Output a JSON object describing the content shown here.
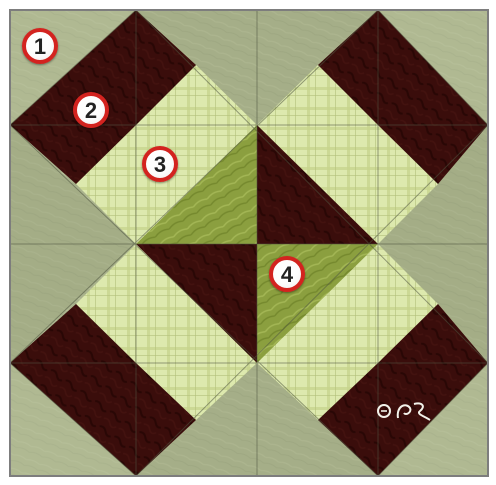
{
  "figure": {
    "subject": "quilt block",
    "colors": {
      "background_sage": "#a9b28c",
      "sage_light": "#b8c19a",
      "sage_dark": "#8f9873",
      "maroon": "#3a0d0b",
      "maroon_dark": "#260705",
      "plaid_light": "#dfeab0",
      "plaid_line": "#b5c17c",
      "green_mid": "#8ea141",
      "green_dark": "#6f8229",
      "frame": "#7d7d7d",
      "badge_ring": "#d3231f"
    },
    "markers": [
      {
        "label": "1"
      },
      {
        "label": "2"
      },
      {
        "label": "3"
      },
      {
        "label": "4"
      }
    ],
    "signature": "signature-mark"
  }
}
